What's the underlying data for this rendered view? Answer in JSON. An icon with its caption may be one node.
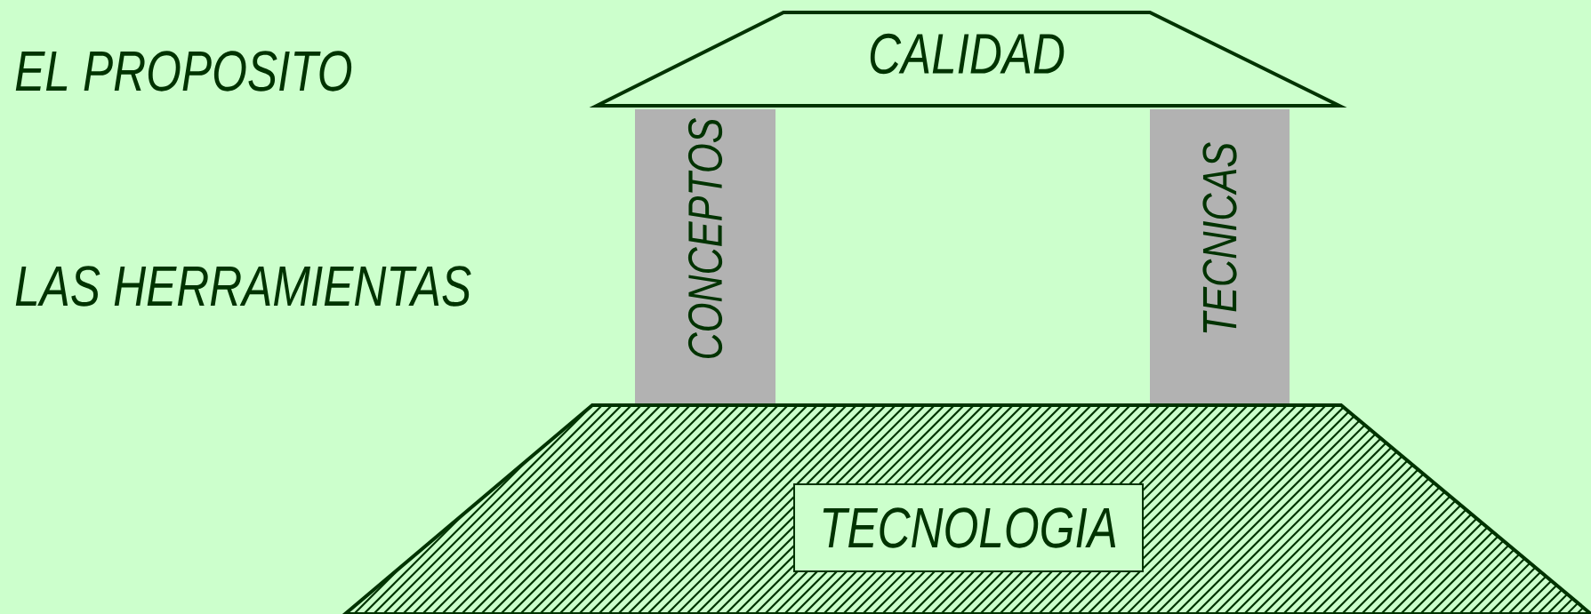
{
  "diagram": {
    "nodes": [
      {
        "text": [
          "CALIDAD"
        ]
      },
      {
        "text": [
          "CONCEPTOS"
        ]
      },
      {
        "text": [
          "TECNICAS"
        ]
      },
      {
        "text": [],
        "shape": "trapezoid"
      },
      {
        "text": [
          "TECNOLOGIA"
        ],
        "in": 3
      }
    ],
    "labels": [
      "EL PROPOSITO",
      "LAS HERRAMIENTAS"
    ]
  }
}
